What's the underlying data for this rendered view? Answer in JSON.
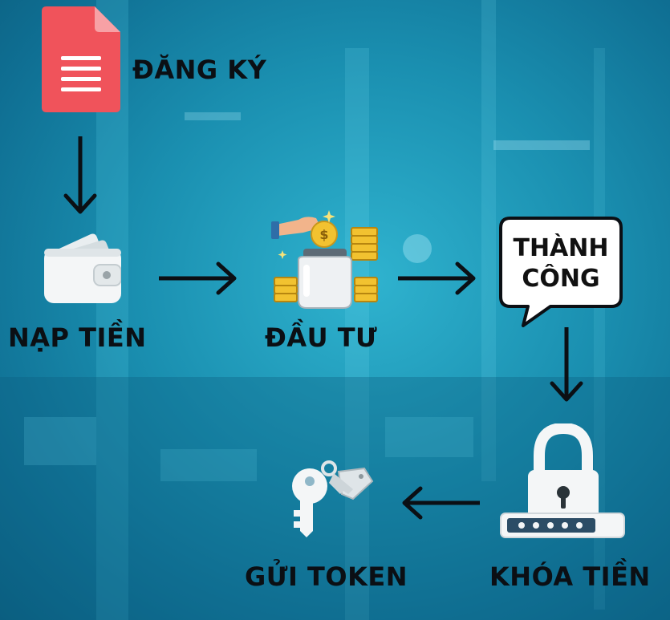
{
  "steps": {
    "register": {
      "label": "ĐĂNG KÝ",
      "icon": "document-icon"
    },
    "deposit": {
      "label": "NẠP TIỀN",
      "icon": "wallet-icon"
    },
    "invest": {
      "label": "ĐẦU TƯ",
      "icon": "coin-jar-icon"
    },
    "success": {
      "line1": "THÀNH",
      "line2": "CÔNG",
      "icon": "speech-bubble-icon"
    },
    "lock": {
      "label": "KHÓA TIỀN",
      "icon": "padlock-icon"
    },
    "token": {
      "label": "GỬI TOKEN",
      "icon": "keys-icon"
    }
  },
  "colors": {
    "document": "#f0535b",
    "arrow": "#0b0f14",
    "label": "#0b0f14",
    "coin": "#f2c230"
  }
}
